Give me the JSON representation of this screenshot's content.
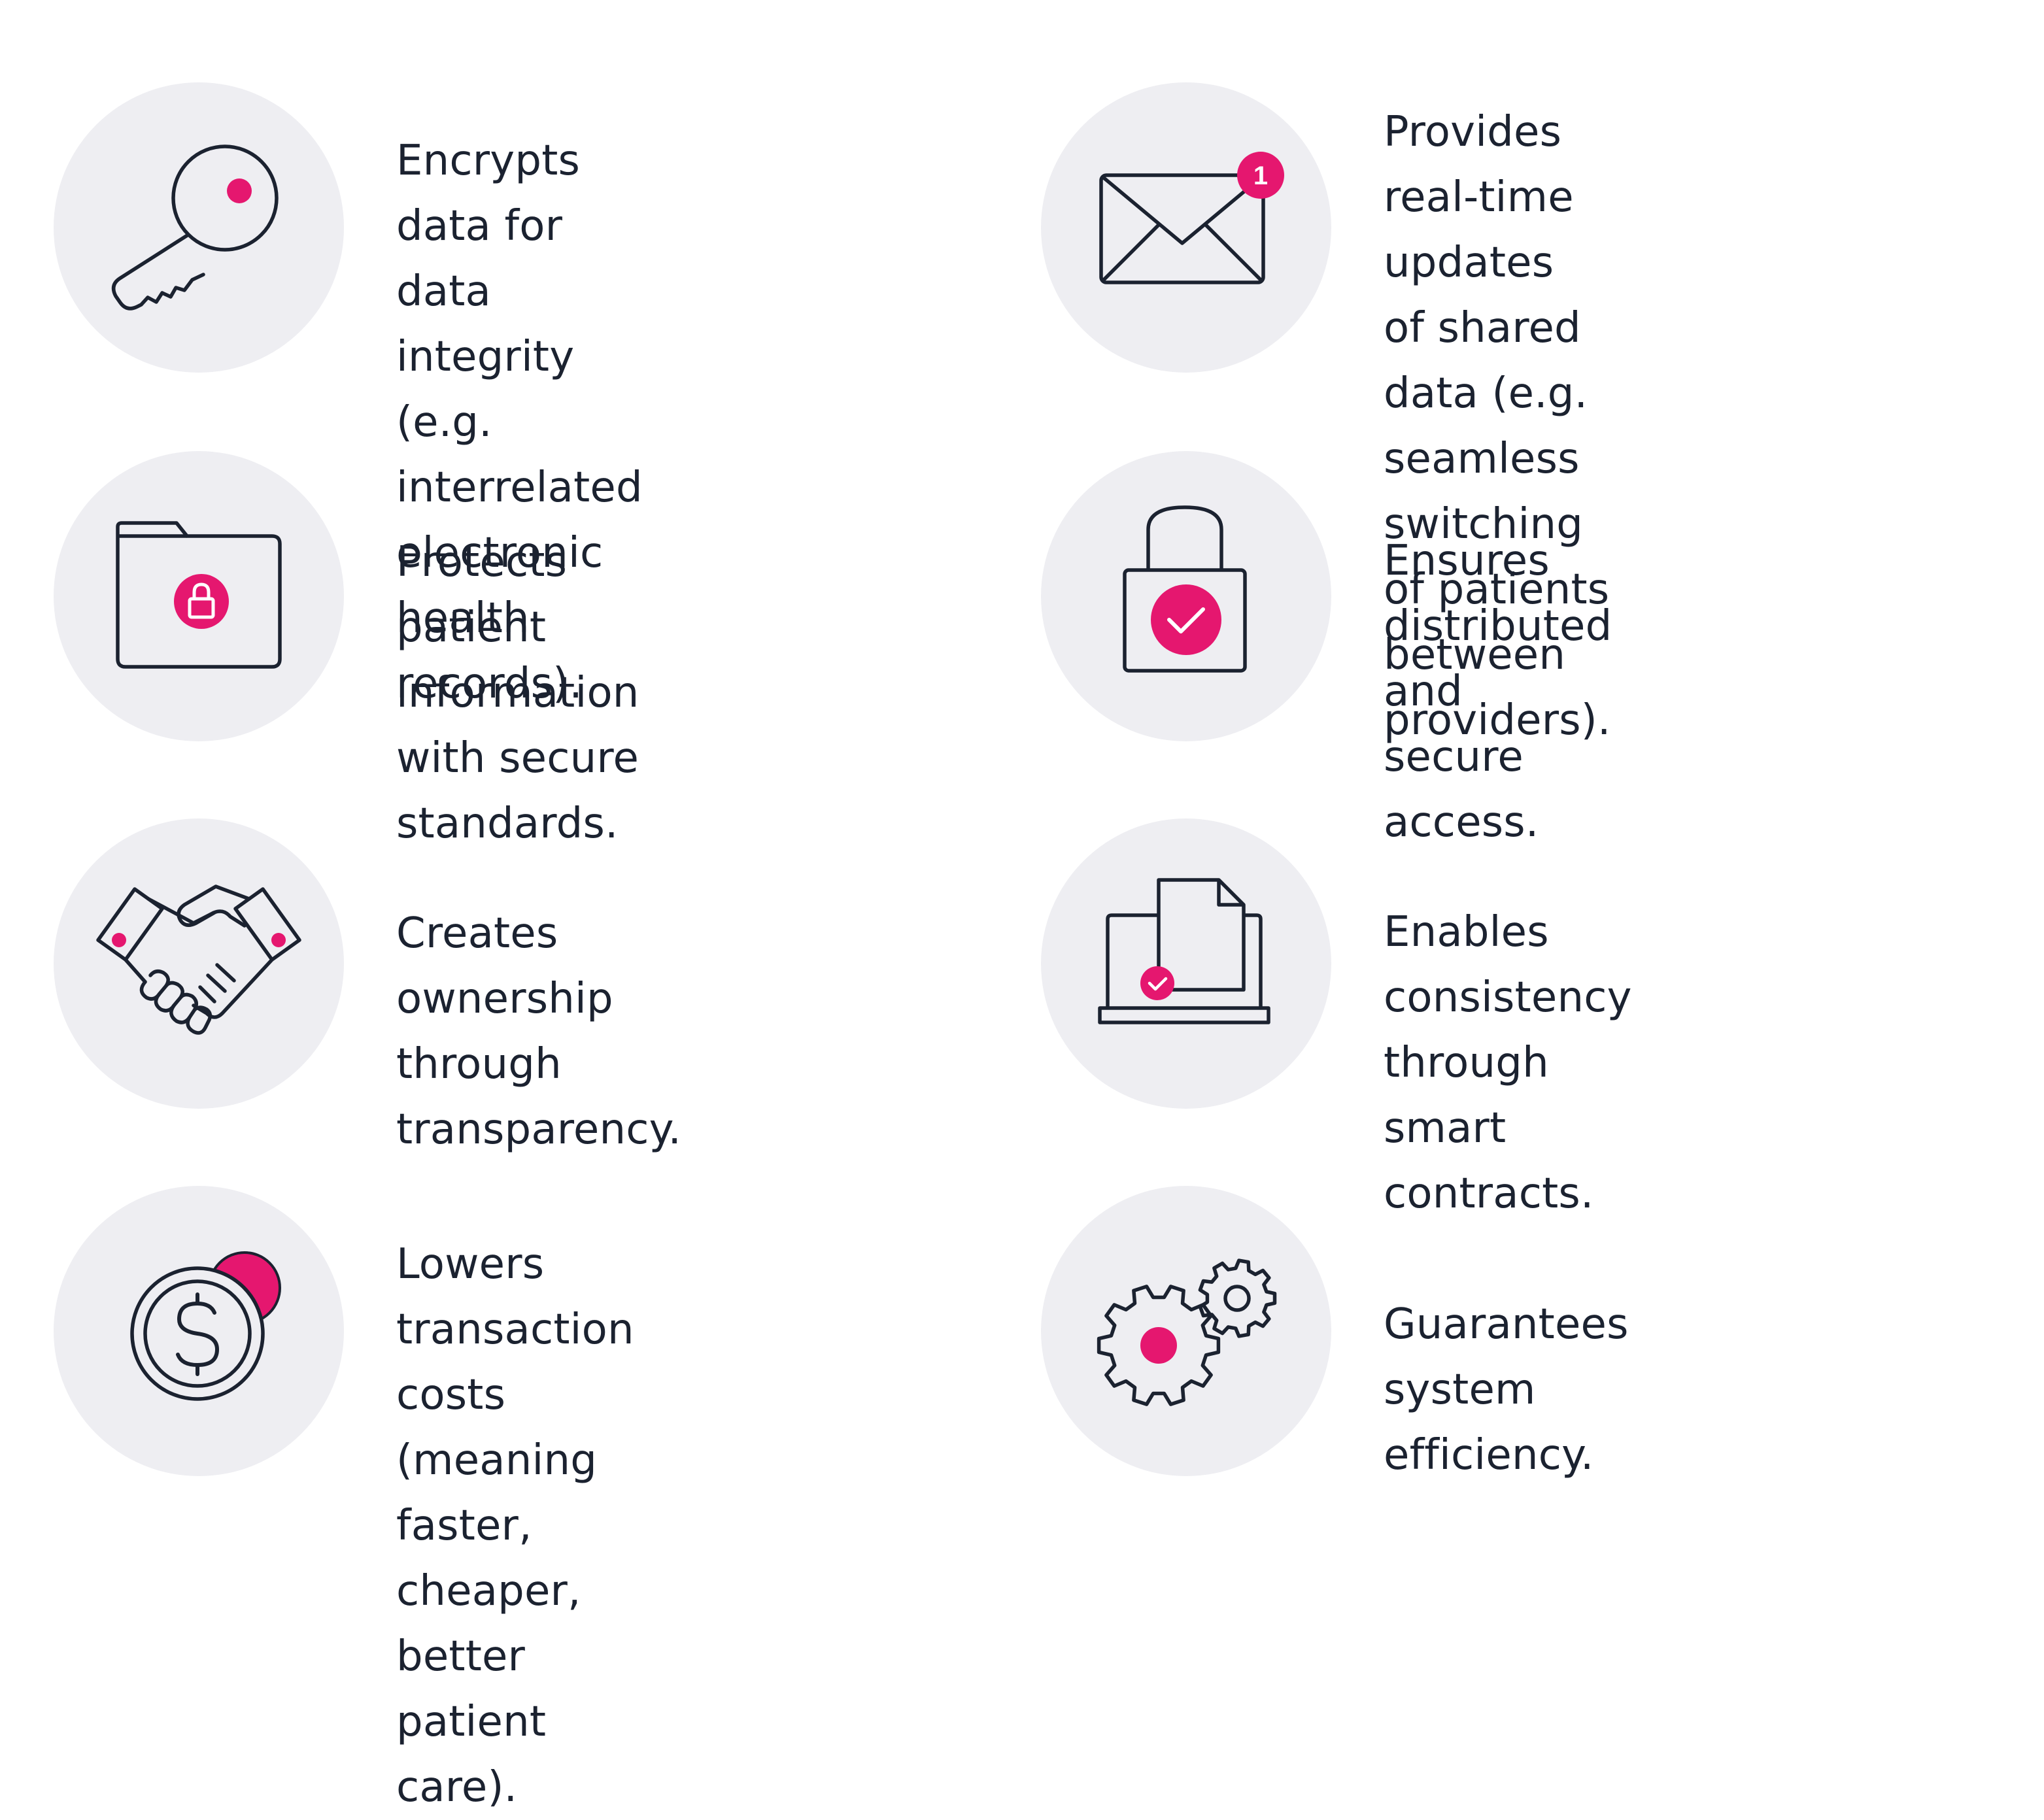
{
  "colors": {
    "circle_bg": "#eeeef2",
    "ink": "#1b2230",
    "accent": "#e5176f",
    "background": "#ffffff"
  },
  "features": [
    {
      "id": "encrypt",
      "icon": "key-icon",
      "lines": [
        "Encrypts data for data",
        "integrity (e.g. interrelated",
        "electronic health records)."
      ]
    },
    {
      "id": "realtime",
      "icon": "envelope-notification-icon",
      "badge": "1",
      "lines": [
        "Provides real-time updates",
        "of shared data (e.g. seamless",
        "switching of patients",
        "between providers)."
      ]
    },
    {
      "id": "protect",
      "icon": "locked-folder-icon",
      "lines": [
        "Protects patient information",
        "with secure standards."
      ]
    },
    {
      "id": "access",
      "icon": "padlock-check-icon",
      "lines": [
        "Ensures distributed and",
        "secure access."
      ]
    },
    {
      "id": "ownership",
      "icon": "handshake-icon",
      "lines": [
        "Creates ownership",
        "through transparency."
      ]
    },
    {
      "id": "contracts",
      "icon": "laptop-document-icon",
      "lines": [
        "Enables consistency through",
        "smart contracts."
      ]
    },
    {
      "id": "costs",
      "icon": "dollar-coin-icon",
      "lines": [
        "Lowers transaction costs",
        "(meaning faster, cheaper,",
        "better patient care)."
      ]
    },
    {
      "id": "efficiency",
      "icon": "gears-icon",
      "lines": [
        "Guarantees system efficiency."
      ]
    }
  ]
}
